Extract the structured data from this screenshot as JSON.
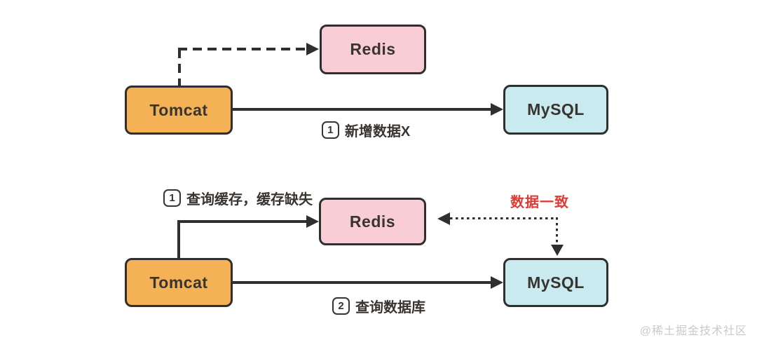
{
  "colors": {
    "background": "#ffffff",
    "box_border": "#2f2f2f",
    "tomcat_fill": "#f5b155",
    "redis_fill": "#f8cdd6",
    "mysql_fill": "#c9eaef",
    "arrow": "#2f2f2f",
    "text": "#383430",
    "highlight_red": "#de3b35",
    "watermark": "#c9c9c9"
  },
  "scenario_write": {
    "tomcat_label": "Tomcat",
    "redis_label": "Redis",
    "mysql_label": "MySQL",
    "step1_number": "1",
    "step1_text": "新增数据X"
  },
  "scenario_read": {
    "tomcat_label": "Tomcat",
    "redis_label": "Redis",
    "mysql_label": "MySQL",
    "step1_number": "1",
    "step1_text": "查询缓存，缓存缺失",
    "step2_number": "2",
    "step2_text": "查询数据库",
    "consistency_label": "数据一致"
  },
  "watermark": "@稀土掘金技术社区"
}
